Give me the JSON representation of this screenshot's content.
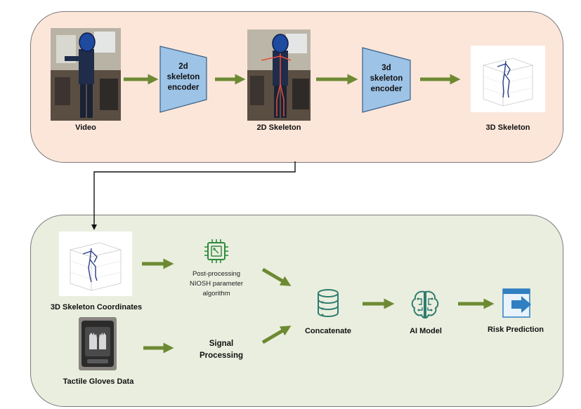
{
  "pipeline": {
    "video_label": "Video",
    "encoder_2d": [
      "2d",
      "skeleton",
      "encoder"
    ],
    "skeleton_2d_label": "2D Skeleton",
    "encoder_3d": [
      "3d",
      "skeleton",
      "encoder"
    ],
    "skeleton_3d_label": "3D Skeleton"
  },
  "analysis": {
    "coords_label": "3D Skeleton Coordinates",
    "gloves_label": "Tactile Gloves Data",
    "postproc": [
      "Post-processing",
      "NIOSH parameter",
      "algorithm"
    ],
    "signal": [
      "Signal",
      "Processing"
    ],
    "concat_label": "Concatenate",
    "ai_label": "AI Model",
    "risk_label": "Risk Prediction"
  },
  "colors": {
    "top_panel": "#fce6da",
    "bottom_panel": "#eaeedf",
    "arrow": "#6d8a32",
    "encoder": "#9dc3e6",
    "icon_teal": "#2e7d6e",
    "icon_blue": "#2f7fc1"
  }
}
